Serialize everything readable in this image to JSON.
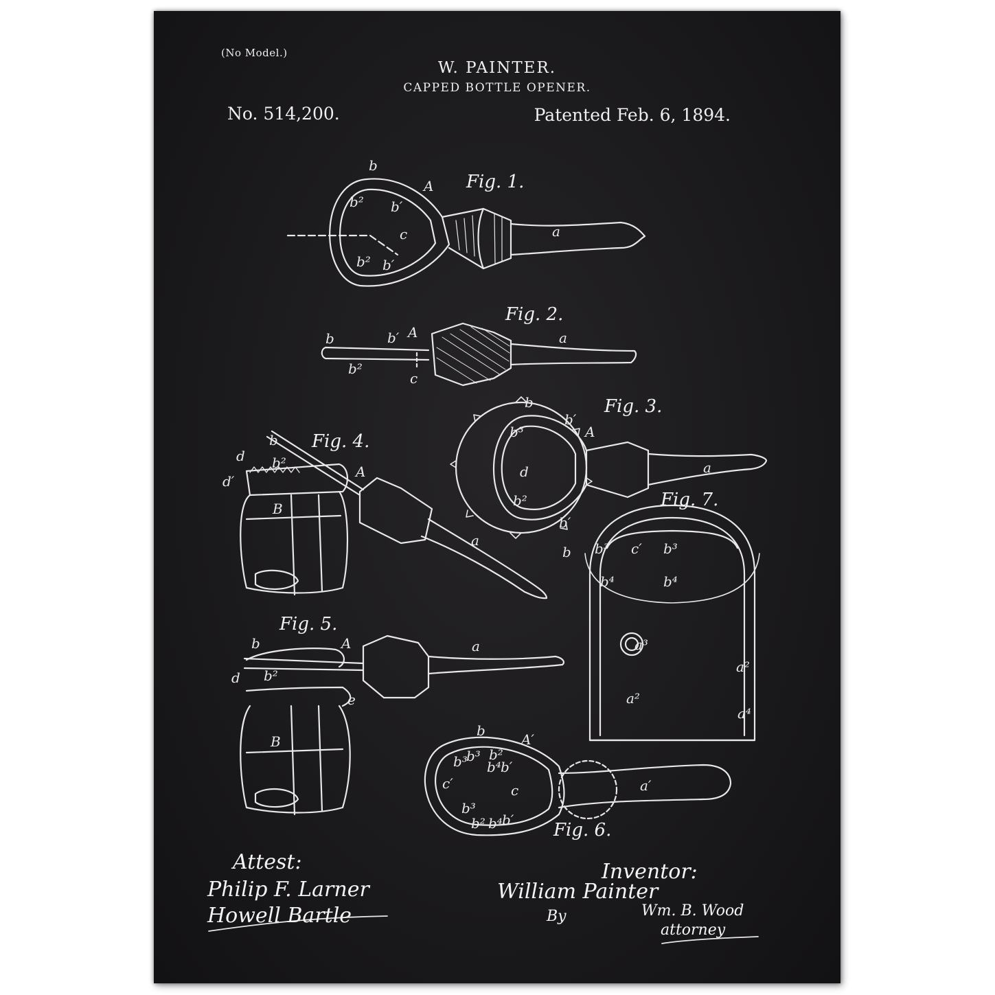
{
  "header": {
    "no_model": "(No Model.)",
    "inventor": "W. PAINTER.",
    "title": "CAPPED BOTTLE OPENER.",
    "patent_number": "No. 514,200.",
    "patent_date": "Patented Feb. 6, 1894."
  },
  "figures": {
    "fig1": "Fig. 1.",
    "fig2": "Fig. 2.",
    "fig3": "Fig. 3.",
    "fig4": "Fig. 4.",
    "fig5": "Fig. 5.",
    "fig6": "Fig. 6.",
    "fig7": "Fig. 7."
  },
  "footer": {
    "attest_heading": "Attest:",
    "witness_1": "Philip F. Larner",
    "witness_2": "Howell Bartle",
    "inventor_heading": "Inventor:",
    "inventor_signature": "William Painter",
    "by": "By",
    "attorney_signature": "Wm. B. Wood",
    "attorney_label": "attorney"
  },
  "colors": {
    "paper": "#1b1a1c",
    "ink": "#efefef",
    "mat": "#ffffff"
  }
}
